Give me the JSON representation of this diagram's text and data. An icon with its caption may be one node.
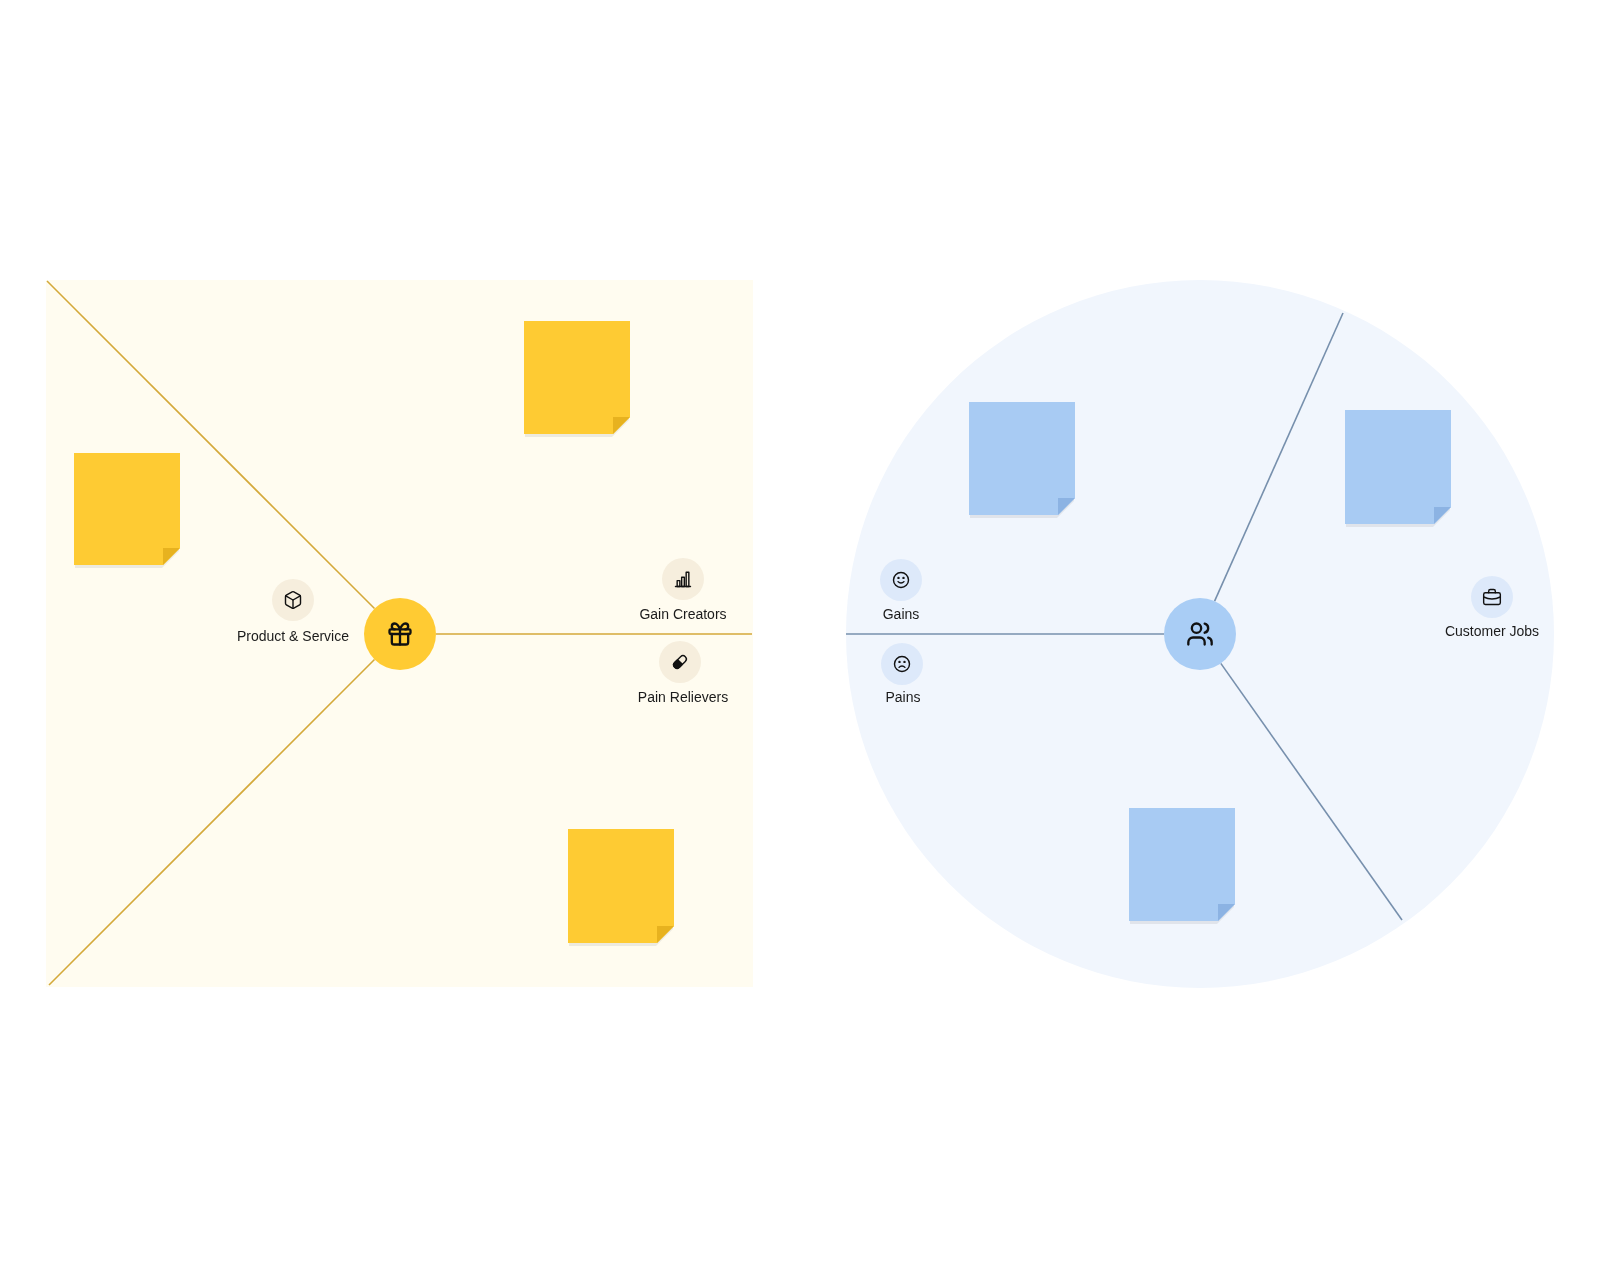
{
  "diagram": {
    "nodes": [
      {
        "text": [],
        "shape": "box"
      },
      {
        "text": [],
        "shape": "circle",
        "in": 0
      },
      {
        "text": [
          "Product & Service"
        ],
        "in": 0
      },
      {
        "text": [
          "Gain Creators"
        ],
        "in": 0
      },
      {
        "text": [
          "Pain Relievers"
        ],
        "in": 0
      },
      {
        "text": [],
        "shape": "note",
        "in": 0
      },
      {
        "text": [],
        "shape": "note",
        "in": 0
      },
      {
        "text": [],
        "shape": "note",
        "in": 0
      },
      {
        "text": [],
        "shape": "circle"
      },
      {
        "text": [],
        "shape": "circle",
        "in": 8
      },
      {
        "text": [
          "Gains"
        ],
        "in": 8
      },
      {
        "text": [
          "Pains"
        ],
        "in": 8
      },
      {
        "text": [
          "Customer Jobs"
        ],
        "in": 8
      },
      {
        "text": [],
        "shape": "note",
        "in": 8
      },
      {
        "text": [],
        "shape": "note",
        "in": 8
      },
      {
        "text": [],
        "shape": "note",
        "in": 8
      }
    ],
    "edges": [
      {
        "from": 1,
        "to": null,
        "arrow": "none",
        "color": "#d4a93a"
      },
      {
        "from": 1,
        "to": null,
        "arrow": "none",
        "color": "#d4a93a"
      },
      {
        "from": 1,
        "to": null,
        "arrow": "none",
        "color": "#d4a93a"
      },
      {
        "from": 9,
        "to": null,
        "arrow": "none",
        "color": "#7790ad"
      },
      {
        "from": 9,
        "to": null,
        "arrow": "none",
        "color": "#7790ad"
      },
      {
        "from": 9,
        "to": null,
        "arrow": "none",
        "color": "#7790ad"
      }
    ]
  }
}
